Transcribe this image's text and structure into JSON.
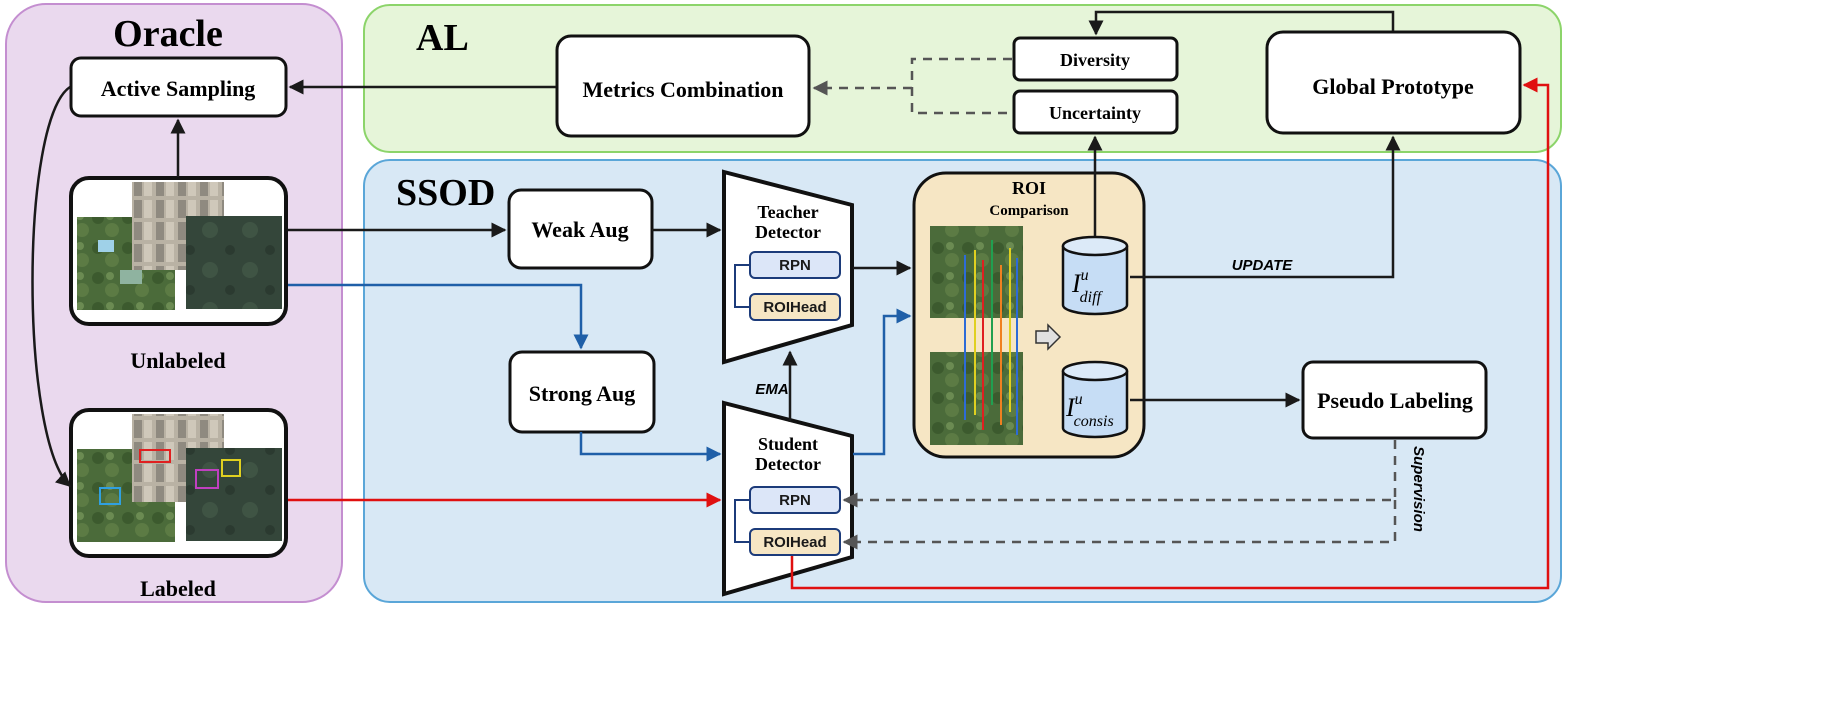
{
  "regions": {
    "oracle": "Oracle",
    "al": "AL",
    "ssod": "SSOD"
  },
  "nodes": {
    "active_sampling": "Active Sampling",
    "unlabeled": "Unlabeled",
    "labeled": "Labeled",
    "metrics_combination": "Metrics Combination",
    "diversity": "Diversity",
    "uncertainty": "Uncertainty",
    "global_prototype": "Global Prototype",
    "weak_aug": "Weak Aug",
    "strong_aug": "Strong Aug",
    "teacher_detector": [
      "Teacher",
      "Detector"
    ],
    "student_detector": [
      "Student",
      "Detector"
    ],
    "rpn": "RPN",
    "roihead": "ROIHead",
    "roi_title": "ROI",
    "roi_subtitle": "Comparison",
    "i_diff": {
      "base": "I",
      "sup": "u",
      "sub": "diff"
    },
    "i_consis": {
      "base": "I",
      "sup": "u",
      "sub": "consis"
    },
    "pseudo_labeling": "Pseudo Labeling"
  },
  "edge_labels": {
    "update": "UPDATE",
    "ema": "EMA",
    "supervision": "Supervision"
  },
  "colors": {
    "oracle_bg": "#ead9ee",
    "oracle_border": "#c48ed0",
    "al_bg": "#e6f5d9",
    "al_border": "#8cd46a",
    "ssod_bg": "#d8e8f5",
    "ssod_border": "#5aa6d8",
    "roi_bg": "#f6e6c4",
    "module_fill": "#dce6f8",
    "module_border": "#1c3b7a",
    "cylinder_fill": "#c6ddf5",
    "arrow_black": "#1a1a1a",
    "arrow_blue": "#1f5fa8",
    "arrow_red": "#e01010",
    "arrow_dashed": "#555555"
  }
}
